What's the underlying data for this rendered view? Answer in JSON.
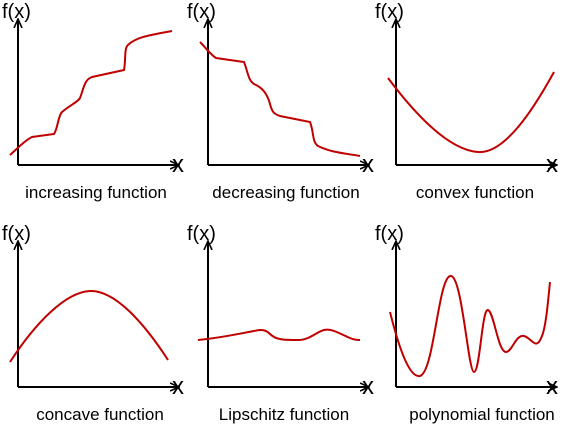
{
  "style": {
    "curve_color": "#c00000",
    "axis_color": "#000000"
  },
  "axes": {
    "y_label": "f(x)",
    "x_label": "x"
  },
  "panels": [
    {
      "id": "increasing",
      "caption": "increasing function"
    },
    {
      "id": "decreasing",
      "caption": "decreasing function"
    },
    {
      "id": "convex",
      "caption": "convex function"
    },
    {
      "id": "concave",
      "caption": "concave function"
    },
    {
      "id": "lipschitz",
      "caption": "Lipschitz function"
    },
    {
      "id": "polynomial",
      "caption": "polynomial function"
    }
  ]
}
